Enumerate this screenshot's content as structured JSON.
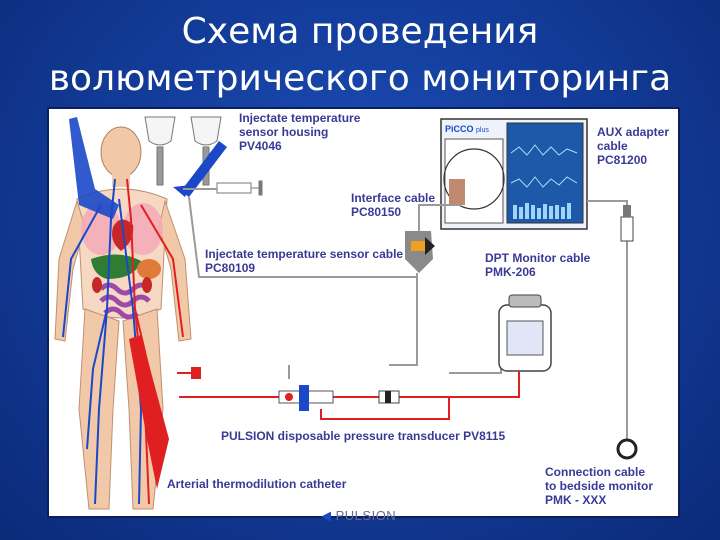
{
  "slide": {
    "title_line1": "Схема проведения",
    "title_line2": "волюметрического мониторинга"
  },
  "diagram": {
    "labels": {
      "injectate_housing": [
        "Injectate temperature",
        "sensor housing",
        "PV4046"
      ],
      "interface_cable": [
        "Interface cable",
        "PC80150"
      ],
      "injectate_sensor_cable": [
        "Injectate temperature sensor cable",
        "PC80109"
      ],
      "aux_adapter": [
        "AUX adapter",
        "cable",
        "PC81200"
      ],
      "dpt_monitor_cable": [
        "DPT Monitor cable",
        "PMK-206"
      ],
      "pressure_transducer": "PULSION disposable pressure transducer PV8115",
      "arterial_catheter": "Arterial thermodilution catheter",
      "connection_cable": [
        "Connection cable",
        "to bedside monitor",
        "PMK - XXX"
      ],
      "monitor_brand": "PiCCO",
      "monitor_brand_suffix": "plus",
      "footer_brand": "PULSION"
    },
    "colors": {
      "label_text": "#3a3a96",
      "cable": "#9a9a9a",
      "pressure_line": "#e02020",
      "artery": "#e02020",
      "vein": "#1a48c8",
      "organ_liver": "#2e7d32",
      "organ_heart": "#c62828",
      "skin": "#f2c9a8"
    }
  }
}
